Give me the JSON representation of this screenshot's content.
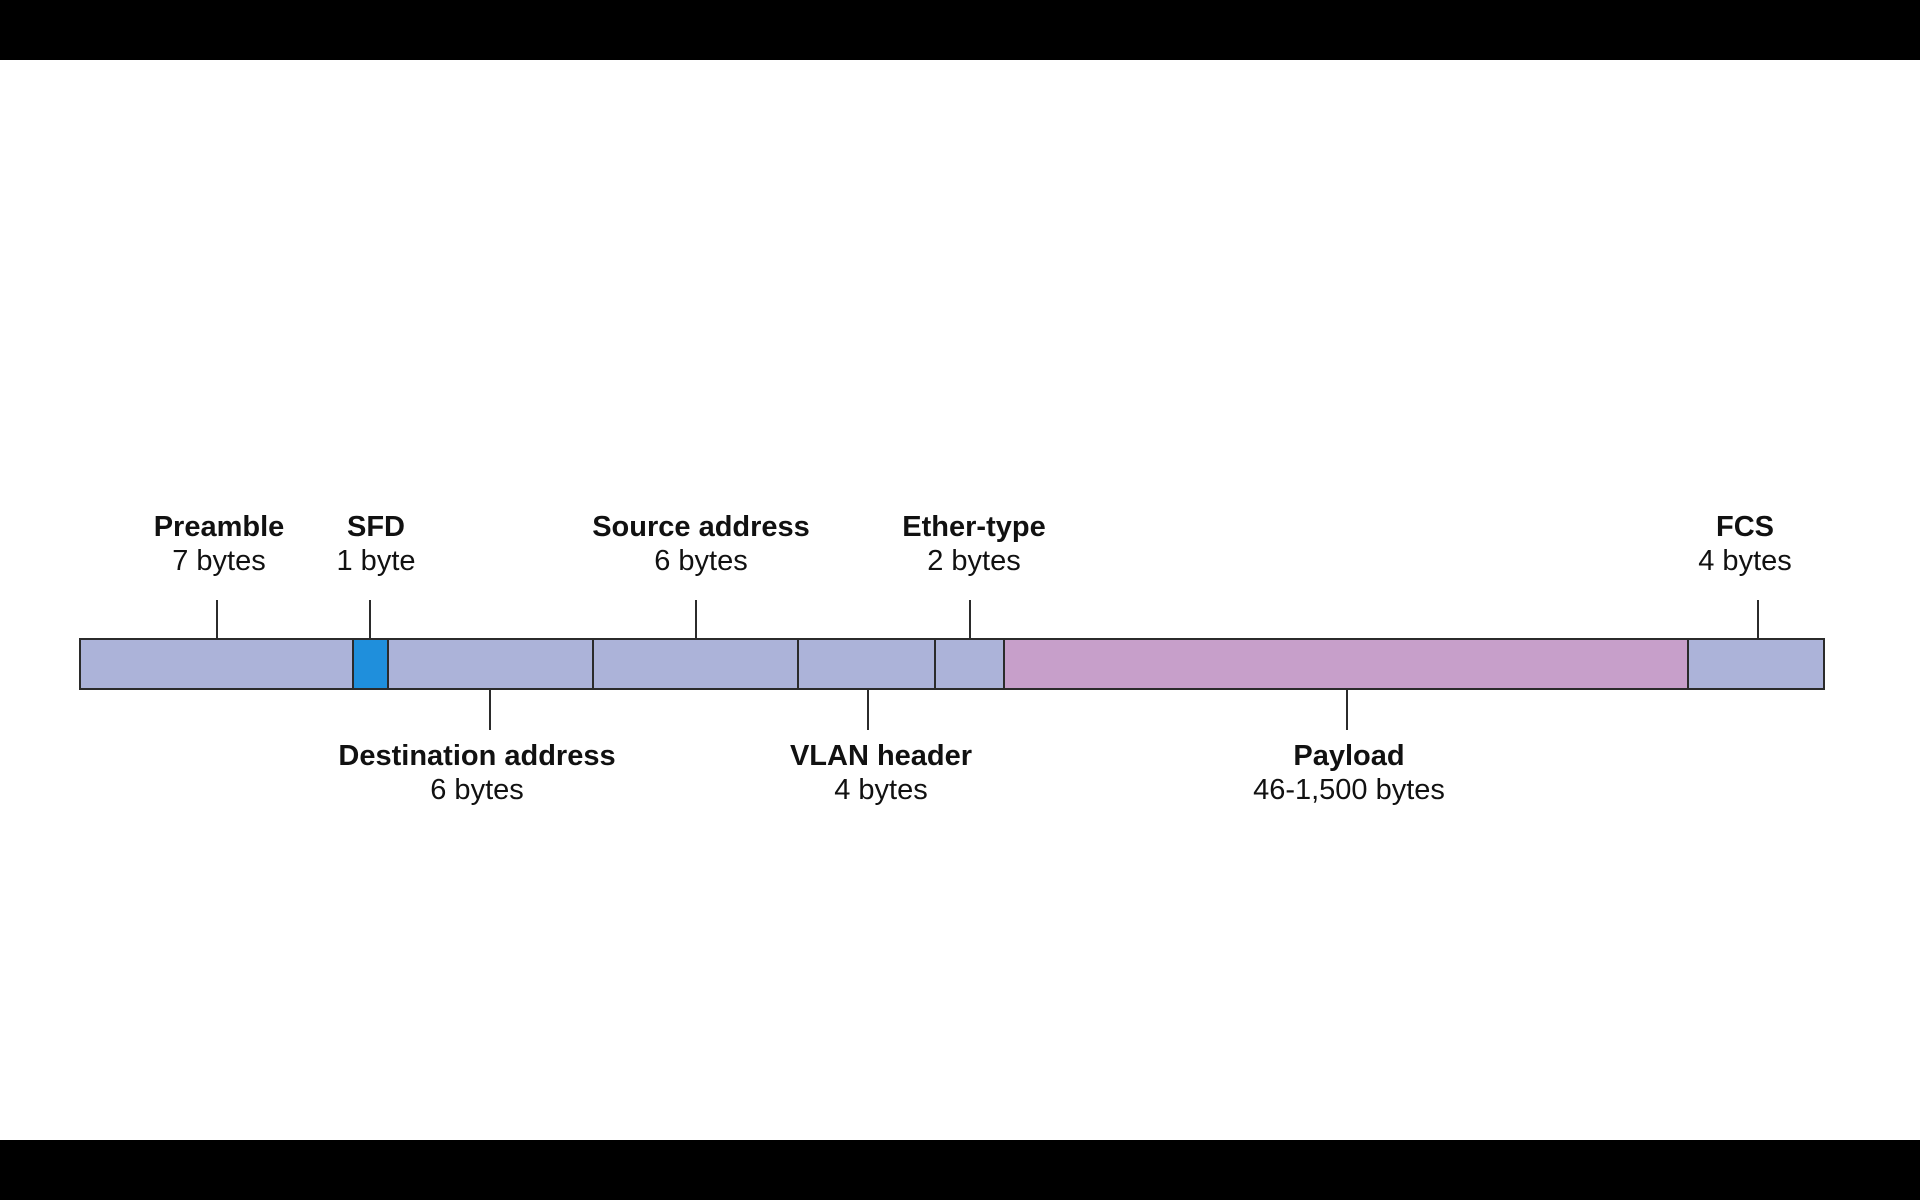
{
  "diagram": {
    "colors": {
      "header_field": "#acb3d9",
      "sfd_field": "#1f8fdc",
      "payload_field": "#c79fca",
      "outline": "#2b2b2b",
      "background": "#ffffff",
      "letterbox": "#000000"
    },
    "fields": [
      {
        "name": "Preamble",
        "size": "7 bytes",
        "color_key": "header_field"
      },
      {
        "name": "SFD",
        "size": "1 byte",
        "color_key": "sfd_field"
      },
      {
        "name": "Destination address",
        "size": "6 bytes",
        "color_key": "header_field"
      },
      {
        "name": "Source address",
        "size": "6 bytes",
        "color_key": "header_field"
      },
      {
        "name": "VLAN header",
        "size": "4 bytes",
        "color_key": "header_field"
      },
      {
        "name": "Ether-type",
        "size": "2 bytes",
        "color_key": "header_field"
      },
      {
        "name": "Payload",
        "size": "46-1,500 bytes",
        "color_key": "payload_field"
      },
      {
        "name": "FCS",
        "size": "4 bytes",
        "color_key": "header_field"
      }
    ]
  }
}
